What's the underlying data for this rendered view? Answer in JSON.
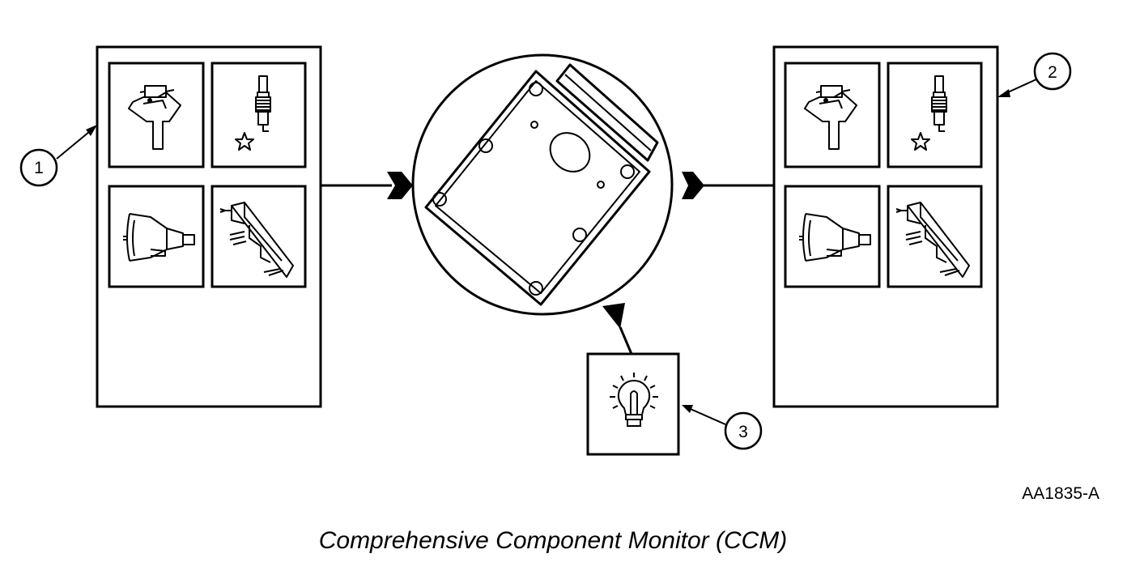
{
  "figure": {
    "callouts": {
      "one": "1",
      "two": "2",
      "three": "3"
    },
    "figure_code": "AA1835-A",
    "caption": "Comprehensive Component Monitor (CCM)"
  },
  "icons": {
    "component_panel_icons": [
      "fuel-injector-icon",
      "spark-plug-icon",
      "sensor-icon",
      "valve-actuator-icon"
    ],
    "module_icon": "pcm-module-icon",
    "indicator_icon": "warning-lamp-icon"
  },
  "colors": {
    "ink": "#000000",
    "paper": "#ffffff"
  }
}
